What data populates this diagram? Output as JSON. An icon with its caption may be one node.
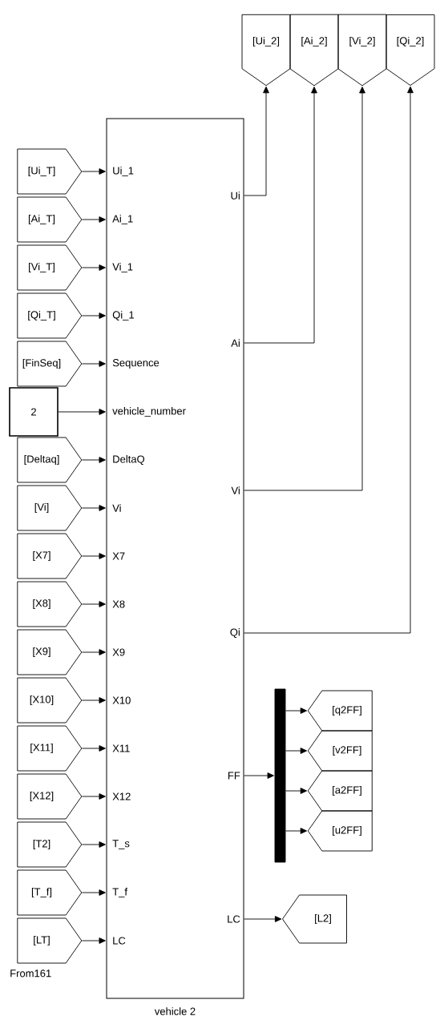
{
  "diagram": {
    "nodes": [
      {
        "text": [
          "[Ui_2]"
        ]
      },
      {
        "text": [
          "[Ai_2]"
        ]
      },
      {
        "text": [
          "[Vi_2]"
        ]
      },
      {
        "text": [
          "[Qi_2]"
        ]
      },
      {
        "text": [
          "Ui_1",
          "Ai_1",
          "Vi_1",
          "Qi_1",
          "Sequence",
          "vehicle_number",
          "DeltaQ",
          "Vi",
          "X7",
          "X8",
          "X9",
          "X10",
          "X11",
          "X12",
          "T_s",
          "T_f",
          "LC",
          "Ui",
          "Ai",
          "Vi",
          "Qi",
          "FF",
          "LC"
        ],
        "beside": [
          "vehicle 2"
        ]
      },
      {
        "text": [
          "[Ui_T]"
        ]
      },
      {
        "text": [
          "[Ai_T]"
        ]
      },
      {
        "text": [
          "[Vi_T]"
        ]
      },
      {
        "text": [
          "[Qi_T]"
        ]
      },
      {
        "text": [
          "[FinSeq]"
        ]
      },
      {
        "text": [
          "2"
        ]
      },
      {
        "text": [
          "[Deltaq]"
        ]
      },
      {
        "text": [
          "[Vi]"
        ]
      },
      {
        "text": [
          "[X7]"
        ]
      },
      {
        "text": [
          "[X8]"
        ]
      },
      {
        "text": [
          "[X9]"
        ]
      },
      {
        "text": [
          "[X10]"
        ]
      },
      {
        "text": [
          "[X11]"
        ]
      },
      {
        "text": [
          "[X12]"
        ]
      },
      {
        "text": [
          "[T2]"
        ]
      },
      {
        "text": [
          "[T_f]"
        ]
      },
      {
        "text": [
          "[LT]"
        ],
        "beside": [
          "From161"
        ]
      },
      {
        "text": [],
        "shape": "bar"
      },
      {
        "text": [
          "[q2FF]"
        ]
      },
      {
        "text": [
          "[v2FF]"
        ]
      },
      {
        "text": [
          "[a2FF]"
        ]
      },
      {
        "text": [
          "[u2FF]"
        ]
      },
      {
        "text": [
          "[L2]"
        ]
      }
    ],
    "edges": [
      {
        "from": 5,
        "to": 4,
        "arrow": "to"
      },
      {
        "from": 6,
        "to": 4,
        "arrow": "to"
      },
      {
        "from": 7,
        "to": 4,
        "arrow": "to"
      },
      {
        "from": 8,
        "to": 4,
        "arrow": "to"
      },
      {
        "from": 9,
        "to": 4,
        "arrow": "to"
      },
      {
        "from": 10,
        "to": 4,
        "arrow": "to"
      },
      {
        "from": 11,
        "to": 4,
        "arrow": "to"
      },
      {
        "from": 12,
        "to": 4,
        "arrow": "to"
      },
      {
        "from": 13,
        "to": 4,
        "arrow": "to"
      },
      {
        "from": 14,
        "to": 4,
        "arrow": "to"
      },
      {
        "from": 15,
        "to": 4,
        "arrow": "to"
      },
      {
        "from": 16,
        "to": 4,
        "arrow": "to"
      },
      {
        "from": 17,
        "to": 4,
        "arrow": "to"
      },
      {
        "from": 18,
        "to": 4,
        "arrow": "to"
      },
      {
        "from": 19,
        "to": 4,
        "arrow": "to"
      },
      {
        "from": 20,
        "to": 4,
        "arrow": "to"
      },
      {
        "from": 21,
        "to": 4,
        "arrow": "to"
      },
      {
        "from": 4,
        "to": 0,
        "arrow": "to"
      },
      {
        "from": 4,
        "to": 1,
        "arrow": "to"
      },
      {
        "from": 4,
        "to": 2,
        "arrow": "to"
      },
      {
        "from": 4,
        "to": 3,
        "arrow": "to"
      },
      {
        "from": 4,
        "to": 22,
        "arrow": "to"
      },
      {
        "from": 22,
        "to": 23,
        "arrow": "to"
      },
      {
        "from": 22,
        "to": 24,
        "arrow": "to"
      },
      {
        "from": 22,
        "to": 25,
        "arrow": "to"
      },
      {
        "from": 22,
        "to": 26,
        "arrow": "to"
      },
      {
        "from": 4,
        "to": 27,
        "arrow": "to"
      }
    ]
  }
}
